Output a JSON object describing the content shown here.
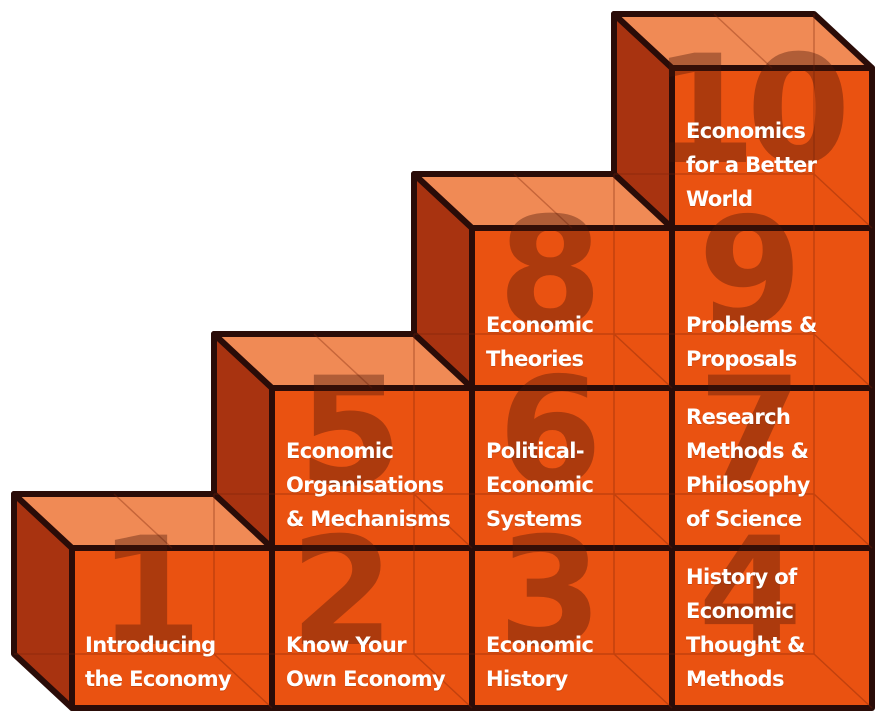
{
  "colors": {
    "front": "#ea5211",
    "top": "#f08a55",
    "side": "#a83310",
    "outline": "#2a0c08",
    "label": "#ffffff"
  },
  "boxes": [
    {
      "number": "1",
      "label": "Introducing\nthe Economy"
    },
    {
      "number": "2",
      "label": "Know Your\nOwn Economy"
    },
    {
      "number": "3",
      "label": "Economic\nHistory"
    },
    {
      "number": "4",
      "label": "History of\nEconomic\nThought &\nMethods"
    },
    {
      "number": "5",
      "label": "Economic\nOrganisations\n& Mechanisms"
    },
    {
      "number": "6",
      "label": "Political-\nEconomic\nSystems"
    },
    {
      "number": "7",
      "label": "Research\nMethods &\nPhilosophy\nof Science"
    },
    {
      "number": "8",
      "label": "Economic\nTheories"
    },
    {
      "number": "9",
      "label": "Problems &\nProposals"
    },
    {
      "number": "10",
      "label": "Economics\nfor a Better\nWorld"
    }
  ]
}
